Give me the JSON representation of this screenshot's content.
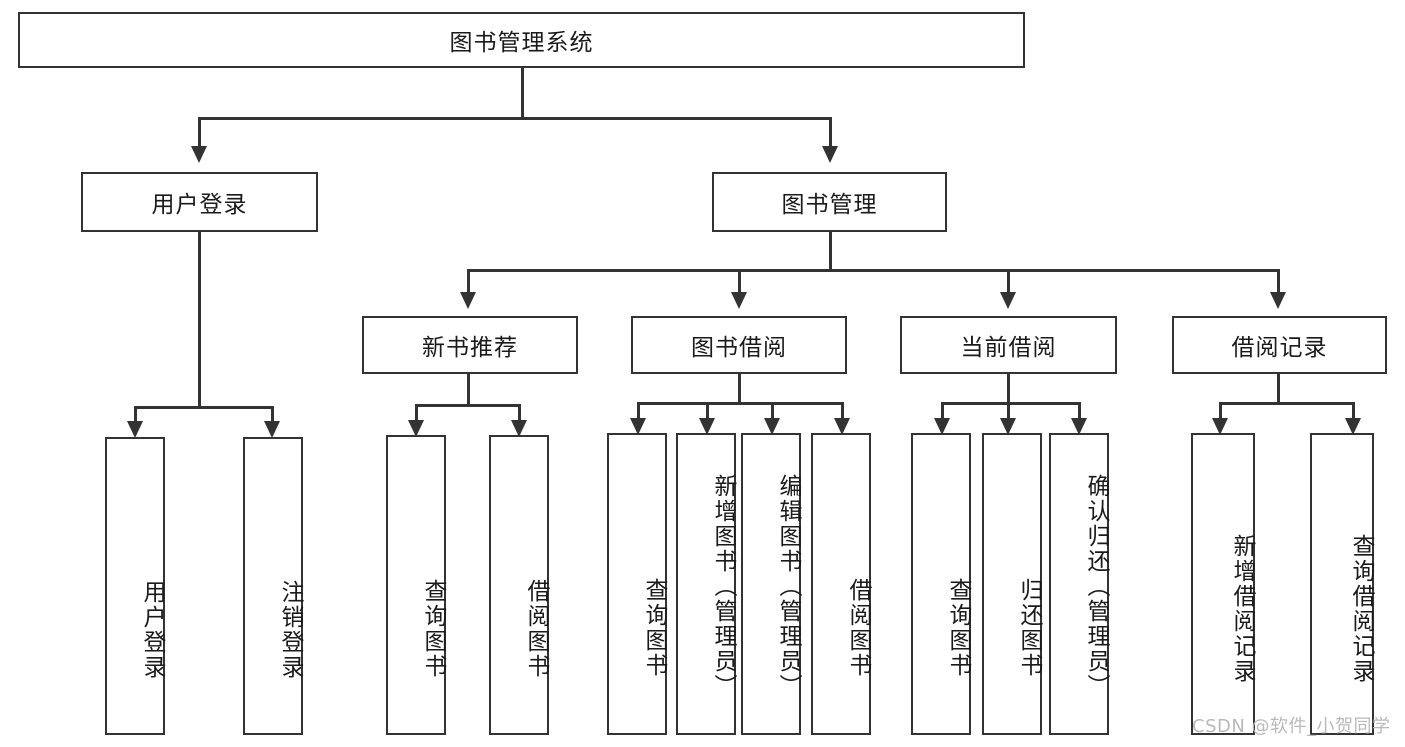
{
  "diagram": {
    "title_node": {
      "label": "图书管理系统"
    },
    "level2": [
      {
        "label": "用户登录"
      },
      {
        "label": "图书管理"
      }
    ],
    "level3": [
      {
        "label": "新书推荐"
      },
      {
        "label": "图书借阅"
      },
      {
        "label": "当前借阅"
      },
      {
        "label": "借阅记录"
      }
    ],
    "leaves": {
      "user_login": [
        {
          "label": "用户登录"
        },
        {
          "label": "注销登录"
        }
      ],
      "new_book_recommend": [
        {
          "label": "查询图书"
        },
        {
          "label": "借阅图书"
        }
      ],
      "book_borrow": [
        {
          "label": "查询图书"
        },
        {
          "label": "新增图书（管理员）"
        },
        {
          "label": "编辑图书（管理员）"
        },
        {
          "label": "借阅图书"
        }
      ],
      "current_borrow": [
        {
          "label": "查询图书"
        },
        {
          "label": "归还图书"
        },
        {
          "label": "确认归还（管理员）"
        }
      ],
      "borrow_record": [
        {
          "label": "新增借阅记录"
        },
        {
          "label": "查询借阅记录"
        }
      ]
    }
  },
  "watermark": {
    "text": "CSDN @软件_小贺同学"
  },
  "colors": {
    "stroke": "#333333",
    "fill": "#ffffff",
    "text": "#1a1a1a",
    "watermark": "#b9b9b9"
  }
}
